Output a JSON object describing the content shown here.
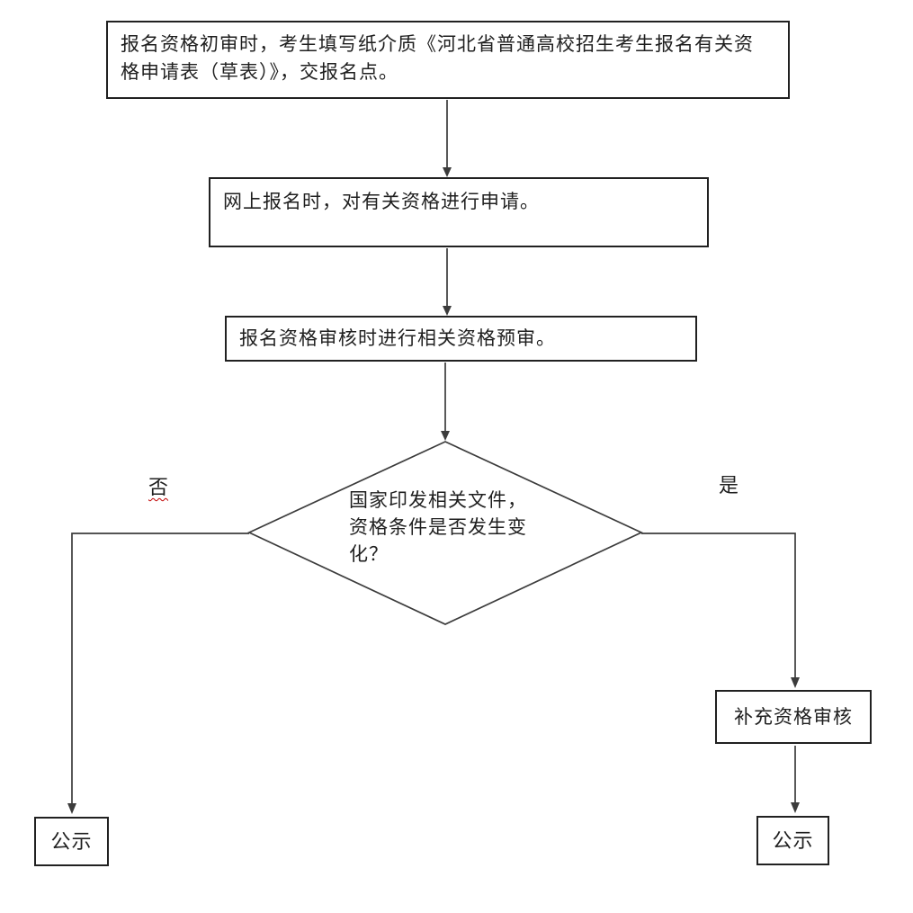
{
  "flowchart": {
    "step1": {
      "text": "报名资格初审时，考生填写纸介质《河北省普通高校招生考生报名有关资格申请表（草表）》，交报名点。"
    },
    "step2": {
      "text": "网上报名时，对有关资格进行申请。"
    },
    "step3": {
      "text": "报名资格审核时进行相关资格预审。"
    },
    "decision": {
      "text": "国家印发相关文件，资格条件是否发生变化？"
    },
    "branch_no": {
      "label": "否"
    },
    "branch_yes": {
      "label": "是"
    },
    "supplement": {
      "text": "补充资格审核"
    },
    "publish_left": {
      "text": "公示"
    },
    "publish_right": {
      "text": "公示"
    },
    "colors": {
      "line": "#3c3c3c",
      "node_border": "#212121",
      "text": "#1f1f1f",
      "no_label_underline": "#c00000",
      "background": "#ffffff"
    }
  }
}
